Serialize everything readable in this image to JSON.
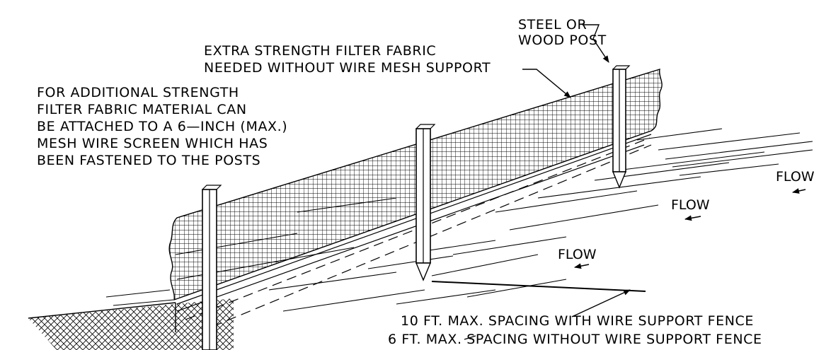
{
  "labels": {
    "post": [
      "STEEL OR",
      "WOOD POST"
    ],
    "fabric": [
      "EXTRA STRENGTH FILTER FABRIC",
      "NEEDED WITHOUT WIRE MESH SUPPORT"
    ],
    "strength": [
      "FOR ADDITIONAL STRENGTH",
      "FILTER FABRIC MATERIAL CAN",
      "BE ATTACHED TO A 6—INCH (MAX.)",
      "MESH WIRE SCREEN WHICH HAS",
      "BEEN FASTENED TO THE POSTS"
    ],
    "spacing": [
      "10 FT. MAX. SPACING WITH WIRE SUPPORT FENCE",
      "6 FT. MAX. SPACING WITHOUT WIRE SUPPORT FENCE"
    ]
  },
  "flow_label": "FLOW",
  "colors": {
    "ink": "#000000",
    "paper": "#ffffff"
  }
}
